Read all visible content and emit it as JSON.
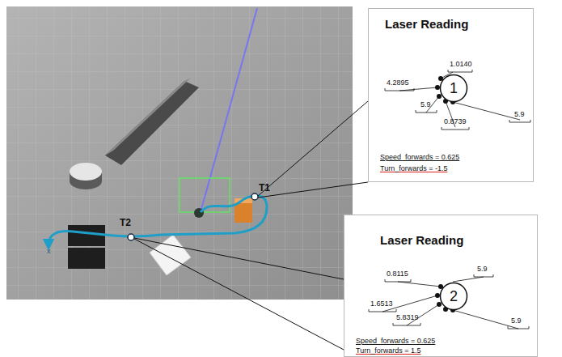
{
  "diagram": {
    "nodes": [
      {
        "text": [
          "Laser Reading",
          "Speed_forwards = 0.625",
          "Turn_forwards = -1.5"
        ]
      },
      {
        "text": [
          "1"
        ],
        "in": 0
      },
      {
        "text": [
          "Laser Reading",
          "Speed_forwards = 0.625",
          "Turn_forwards = 1.5"
        ]
      },
      {
        "text": [
          "2"
        ],
        "in": 2
      }
    ],
    "labels": [
      "T1",
      "T2",
      "x",
      "1.0140",
      "4.2895",
      "5.9",
      "0.8739",
      "5.9",
      "0.8115",
      "5.9",
      "1.6513",
      "5.8319",
      "5.9"
    ]
  }
}
